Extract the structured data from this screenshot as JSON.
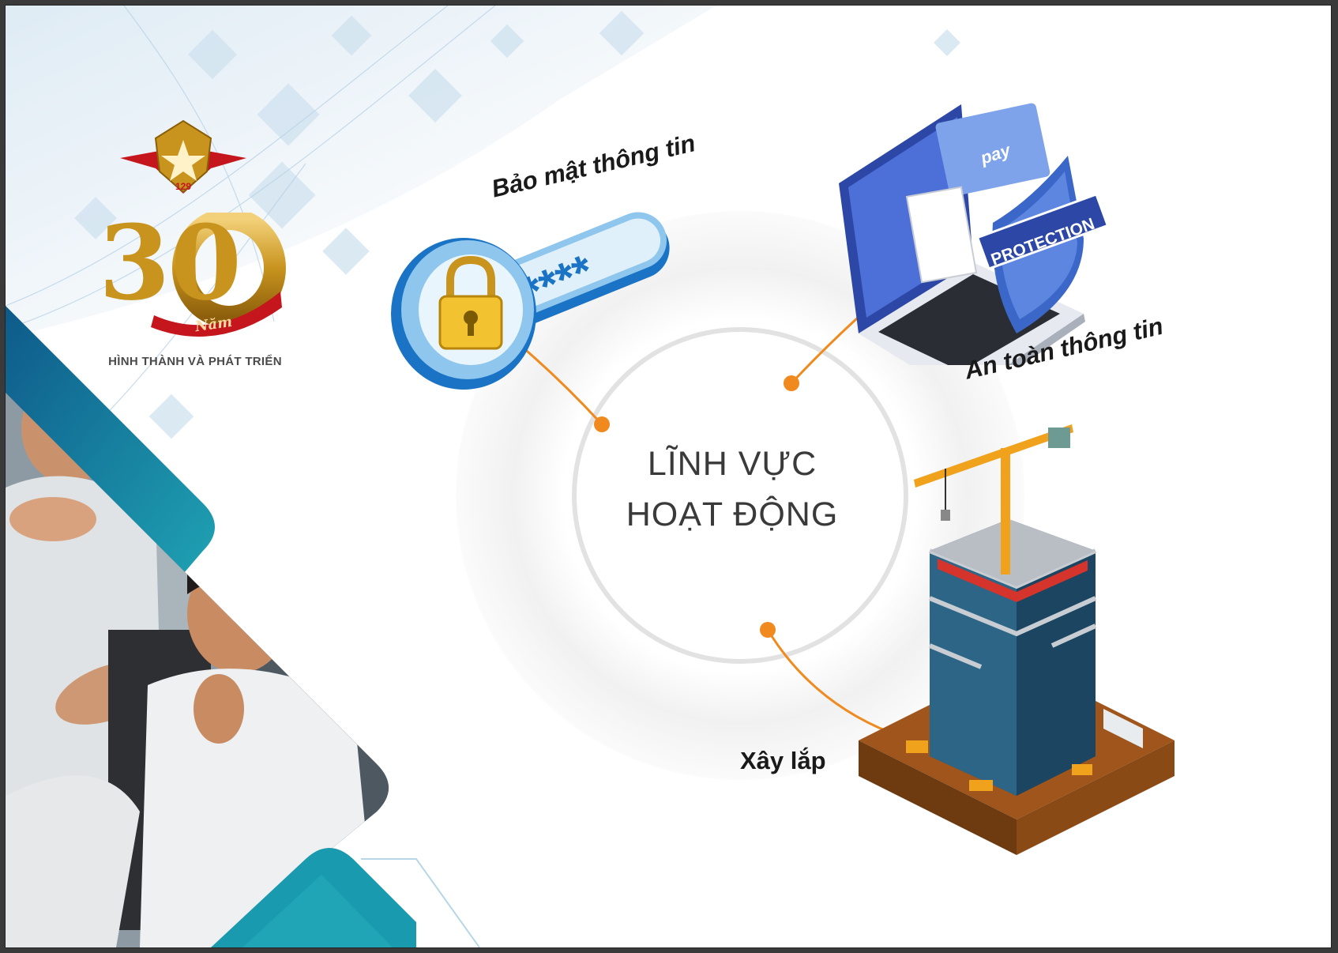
{
  "page": {
    "center_title_line1": "LĨNH VỰC",
    "center_title_line2": "HOẠT ĐỘNG"
  },
  "branding": {
    "anniversary_number": "30",
    "anniversary_unit": "Năm",
    "subtitle": "HÌNH THÀNH VÀ PHÁT TRIỂN",
    "emblem_number": "129"
  },
  "fields": [
    {
      "label": "Bảo mật thông tin",
      "icon": "password-lock-icon"
    },
    {
      "label": "An toàn thông tin",
      "icon": "laptop-protection-icon",
      "badge_text": "PROTECTION",
      "card_text": "pay"
    },
    {
      "label": "Xây lắp",
      "icon": "construction-building-icon"
    }
  ],
  "password_mask": "****",
  "colors": {
    "accent_orange": "#f0891e",
    "teal": "#1a8c9e",
    "navy": "#173d64",
    "gold": "#c8941e",
    "red": "#c4161c"
  }
}
